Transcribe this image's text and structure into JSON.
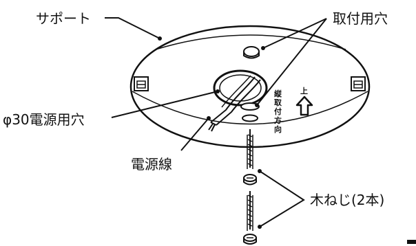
{
  "labels": {
    "support": "サポート",
    "mounting_holes": "取付用穴",
    "power_hole": "φ30電源用穴",
    "power_wire": "電源線",
    "wood_screws": "木ねじ(2本)"
  },
  "plate_text": {
    "up": "上",
    "vertical_mount_direction": [
      "縦",
      "取",
      "付",
      "方",
      "向"
    ]
  }
}
